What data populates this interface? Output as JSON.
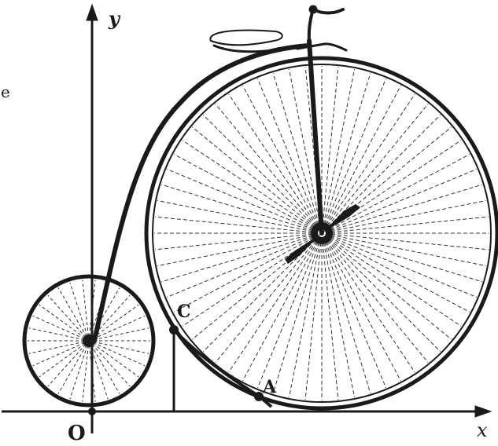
{
  "labels": {
    "y_axis": "y",
    "x_axis": "x",
    "origin": "O",
    "point_c": "C",
    "point_a": "A",
    "edge_mark": "e"
  },
  "colors": {
    "ink": "#1a1a1a",
    "spoke": "#333333",
    "background": "#ffffff"
  }
}
